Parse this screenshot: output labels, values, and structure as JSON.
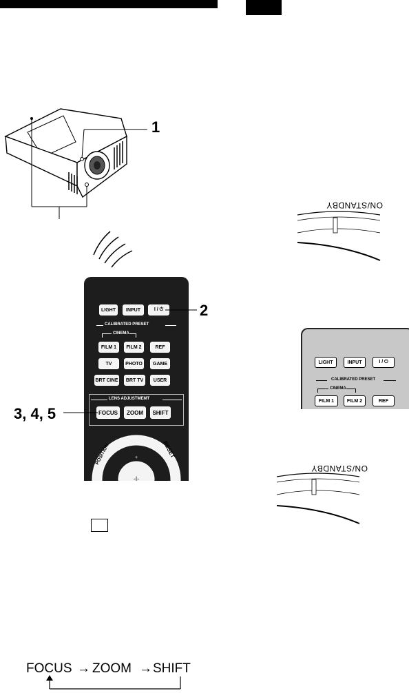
{
  "callouts": {
    "c1": "1",
    "c2": "2",
    "c345": "3, 4, 5"
  },
  "remote": {
    "row1": {
      "light": "LIGHT",
      "input": "INPUT",
      "power": "I / ⏻"
    },
    "calibrated_preset": "CALIBRATED PRESET",
    "cinema": "CINEMA",
    "row2": {
      "film1": "FILM 1",
      "film2": "FILM 2",
      "ref": "REF"
    },
    "row3": {
      "tv": "TV",
      "photo": "PHOTO",
      "game": "GAME"
    },
    "row4": {
      "brt_cine": "BRT CINE",
      "brt_tv": "BRT TV",
      "user": "USER"
    },
    "lens_adjustment": "LENS ADJUSTMEMT",
    "row5": {
      "focus": "FOCUS",
      "zoom": "ZOOM",
      "shift": "SHIFT"
    },
    "position": "POSITION",
    "reset": "RESET"
  },
  "remote2": {
    "row1": {
      "light": "LIGHT",
      "input": "INPUT",
      "power": "I / ⏻"
    },
    "calibrated_preset": "CALIBRATED PRESET",
    "cinema": "CINEMA",
    "row2": {
      "film1": "FILM 1",
      "film2": "FILM 2",
      "ref": "REF"
    }
  },
  "indicator": {
    "label": "ON/STANDBY"
  },
  "diagram": {
    "focus": "FOCUS",
    "zoom": "ZOOM",
    "shift": "SHIFT",
    "arrow": "→"
  }
}
